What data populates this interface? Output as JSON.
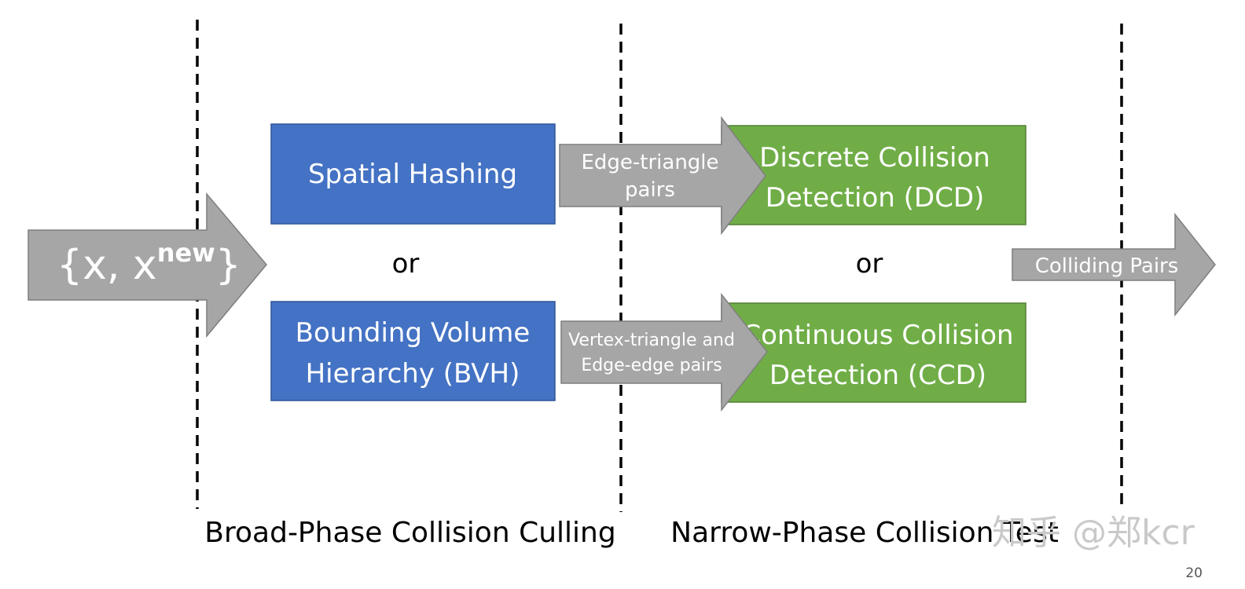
{
  "input_arrow": {
    "label": "{x, x",
    "superscript": "new",
    "closing": "}"
  },
  "broad_phase": {
    "options": [
      {
        "label_lines": [
          "Spatial Hashing"
        ]
      },
      {
        "label_lines": [
          "Bounding Volume",
          "Hierarchy (BVH)"
        ]
      }
    ],
    "or_label": "or",
    "caption": "Broad-Phase Collision Culling"
  },
  "connector_arrows": [
    {
      "label_lines": [
        "Edge-triangle",
        "pairs"
      ]
    },
    {
      "label_lines": [
        "Vertex-triangle and",
        "Edge-edge pairs"
      ]
    }
  ],
  "narrow_phase": {
    "options": [
      {
        "label_lines": [
          "Discrete Collision",
          "Detection (DCD)"
        ]
      },
      {
        "label_lines": [
          "Continuous Collision",
          "Detection (CCD)"
        ]
      }
    ],
    "or_label": "or",
    "caption": "Narrow-Phase Collision Test"
  },
  "output_arrow": {
    "label": "Colliding Pairs"
  },
  "watermark": "知乎 @郑kcr",
  "page_number": "20",
  "colors": {
    "blue_box": "#4472c4",
    "blue_border": "#2f5597",
    "green_box": "#70ad47",
    "green_border": "#507e32",
    "arrow_gray": "#a6a6a6",
    "arrow_border": "#7f7f7f"
  }
}
